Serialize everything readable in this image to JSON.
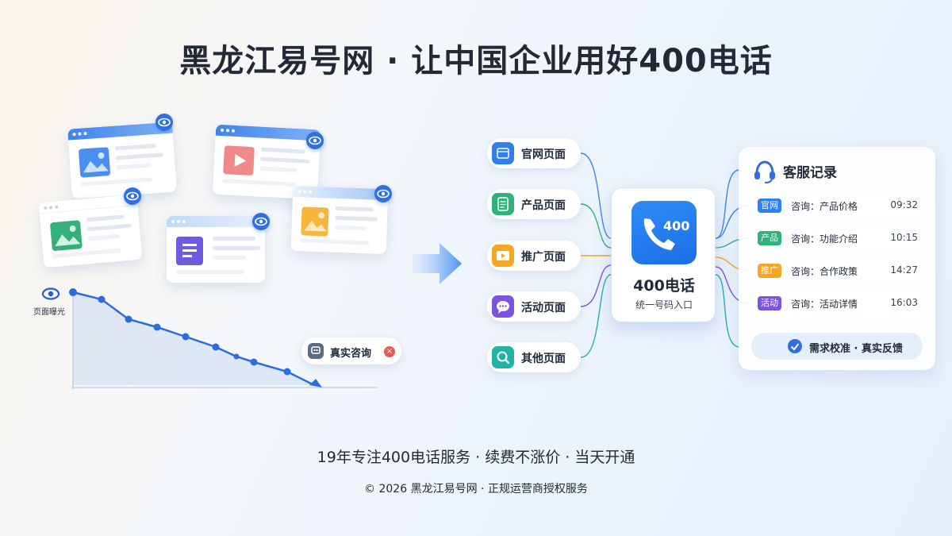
{
  "title": "黑龙江易号网 · 让中国企业用好400电话",
  "left": {
    "exposure_label": "页面曝光",
    "consult_label": "真实咨询",
    "consult_close": "×"
  },
  "pages": [
    {
      "label": "官网页面",
      "color": "#2f7ff0",
      "icon": "browser-icon"
    },
    {
      "label": "产品页面",
      "color": "#2fb37a",
      "icon": "document-icon"
    },
    {
      "label": "推广页面",
      "color": "#f5a623",
      "icon": "play-icon"
    },
    {
      "label": "活动页面",
      "color": "#7b55e0",
      "icon": "chat-icon"
    },
    {
      "label": "其他页面",
      "color": "#23b3a6",
      "icon": "search-icon"
    }
  ],
  "center": {
    "badge": "400",
    "title": "400电话",
    "subtitle": "统一号码入口"
  },
  "service": {
    "header": "客服记录",
    "rows": [
      {
        "tag": "官网",
        "color": "#2f7ff0",
        "text": "咨询：产品价格",
        "time": "09:32"
      },
      {
        "tag": "产品",
        "color": "#2fb37a",
        "text": "咨询：功能介绍",
        "time": "10:15"
      },
      {
        "tag": "推广",
        "color": "#f5a623",
        "text": "咨询：合作政策",
        "time": "14:27"
      },
      {
        "tag": "活动",
        "color": "#7b55e0",
        "text": "咨询：活动详情",
        "time": "16:03"
      }
    ],
    "footer": "需求校准 · 真实反馈"
  },
  "tagline": "19年专注400电话服务 · 续费不涨价 · 当天开通",
  "copyright": "© 2026 黑龙江易号网 · 正规运营商授权服务"
}
